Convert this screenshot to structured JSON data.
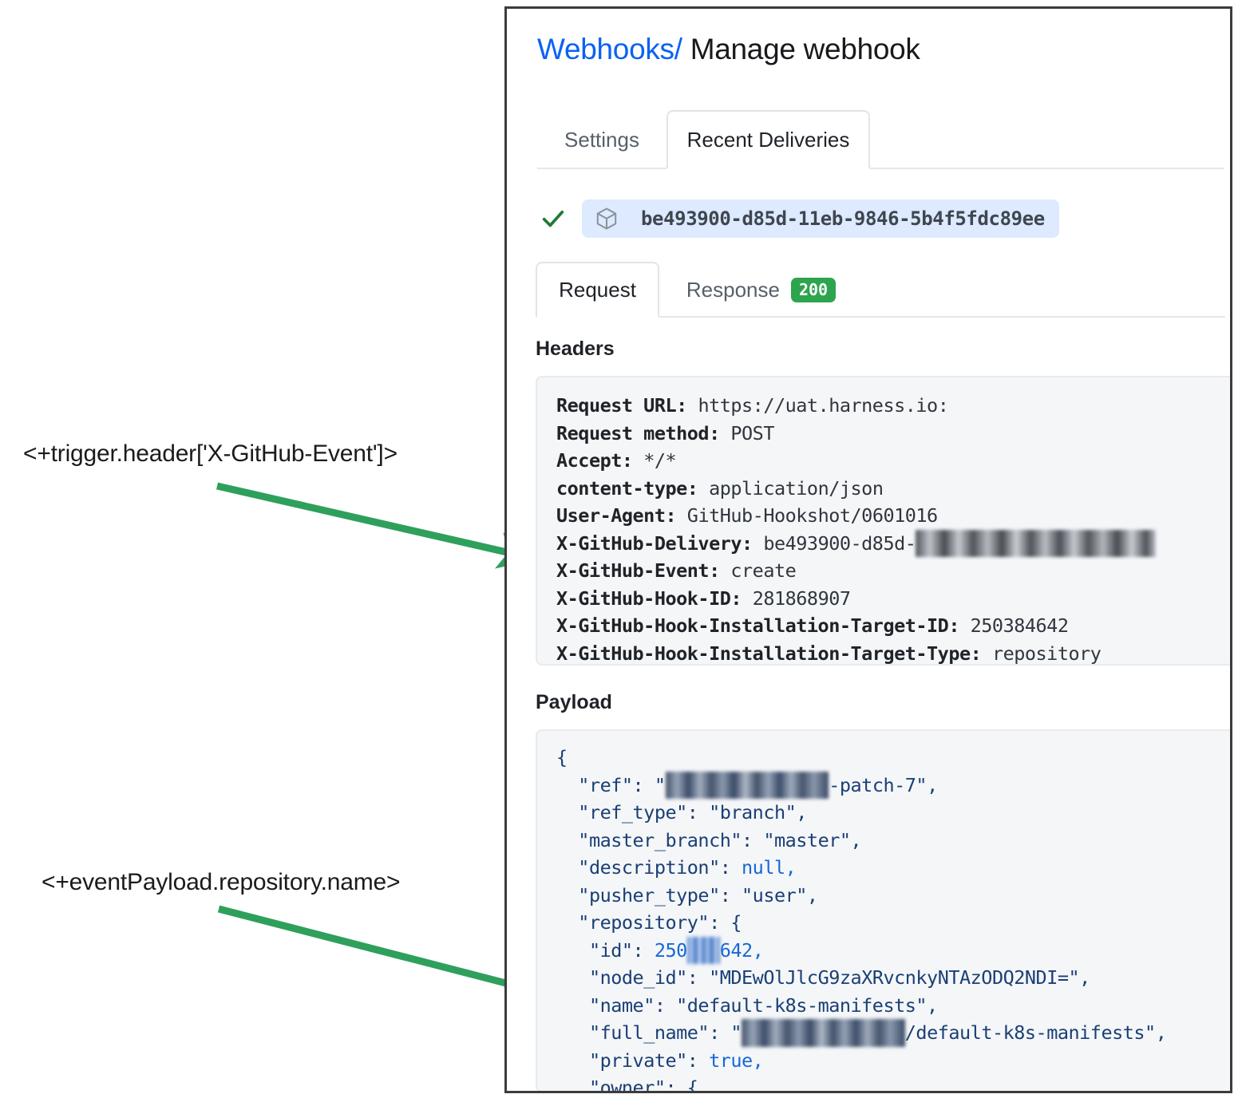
{
  "annotations": [
    {
      "text": "<+trigger.header['X-GitHub-Event']>",
      "arrow_color": "#2ea05c"
    },
    {
      "text": "<+eventPayload.repository.name>",
      "arrow_color": "#2ea05c"
    }
  ],
  "panel": {
    "breadcrumb": {
      "link": "Webhooks",
      "separator": "/",
      "current": "Manage webhook"
    },
    "outer_tabs": [
      {
        "label": "Settings",
        "active": false
      },
      {
        "label": "Recent Deliveries",
        "active": true
      }
    ],
    "delivery": {
      "status_icon": "check-icon",
      "package_icon": "cube-icon",
      "guid": "be493900-d85d-11eb-9846-5b4f5fdc89ee"
    },
    "inner_tabs": [
      {
        "label": "Request",
        "active": true
      },
      {
        "label": "Response",
        "active": false,
        "badge": "200",
        "badge_color": "#2da44e"
      }
    ],
    "headers_section": {
      "label": "Headers",
      "lines": [
        {
          "key": "Request URL:",
          "value": "https://uat.harness.io:"
        },
        {
          "key": "Request method:",
          "value": "POST"
        },
        {
          "key": "Accept:",
          "value": "*/*"
        },
        {
          "key": "content-type:",
          "value": "application/json"
        },
        {
          "key": "User-Agent:",
          "value": "GitHub-Hookshot/0601016"
        },
        {
          "key": "X-GitHub-Delivery:",
          "value": "be493900-d85d-",
          "redacted_suffix": "11eb-9846-5b4f5fdc89ee"
        },
        {
          "key": "X-GitHub-Event:",
          "value": "create"
        },
        {
          "key": "X-GitHub-Hook-ID:",
          "value": "281868907"
        },
        {
          "key": "X-GitHub-Hook-Installation-Target-ID:",
          "value": "250384642"
        },
        {
          "key": "X-GitHub-Hook-Installation-Target-Type:",
          "value": "repository"
        }
      ]
    },
    "payload_section": {
      "label": "Payload",
      "lines": [
        {
          "indent": 0,
          "text": "{"
        },
        {
          "indent": 1,
          "key": "\"ref\"",
          "value_prefix": "\"",
          "redacted": "michaelkratzman",
          "value_suffix": "-patch-7\",",
          "type": "string"
        },
        {
          "indent": 1,
          "key": "\"ref_type\"",
          "value": "\"branch\",",
          "type": "string"
        },
        {
          "indent": 1,
          "key": "\"master_branch\"",
          "value": "\"master\",",
          "type": "string"
        },
        {
          "indent": 1,
          "key": "\"description\"",
          "value": "null,",
          "type": "literal"
        },
        {
          "indent": 1,
          "key": "\"pusher_type\"",
          "value": "\"user\",",
          "type": "string"
        },
        {
          "indent": 1,
          "key": "\"repository\"",
          "value": "{",
          "type": "object"
        },
        {
          "indent": 2,
          "key": "\"id\"",
          "value_prefix": "250",
          "redacted": "384",
          "value_suffix": "642,",
          "type": "number"
        },
        {
          "indent": 2,
          "key": "\"node_id\"",
          "value": "\"MDEwOlJlcG9zaXRvcnkyNTAzODQ2NDI=\",",
          "type": "string"
        },
        {
          "indent": 2,
          "key": "\"name\"",
          "value": "\"default-k8s-manifests\",",
          "type": "string"
        },
        {
          "indent": 2,
          "key": "\"full_name\"",
          "value_prefix": "\"",
          "redacted": "michaelkratzman",
          "value_suffix": "/default-k8s-manifests\",",
          "type": "string"
        },
        {
          "indent": 2,
          "key": "\"private\"",
          "value": "true,",
          "type": "literal"
        },
        {
          "indent": 2,
          "key": "\"owner\"",
          "value": "{",
          "type": "object"
        }
      ]
    }
  }
}
